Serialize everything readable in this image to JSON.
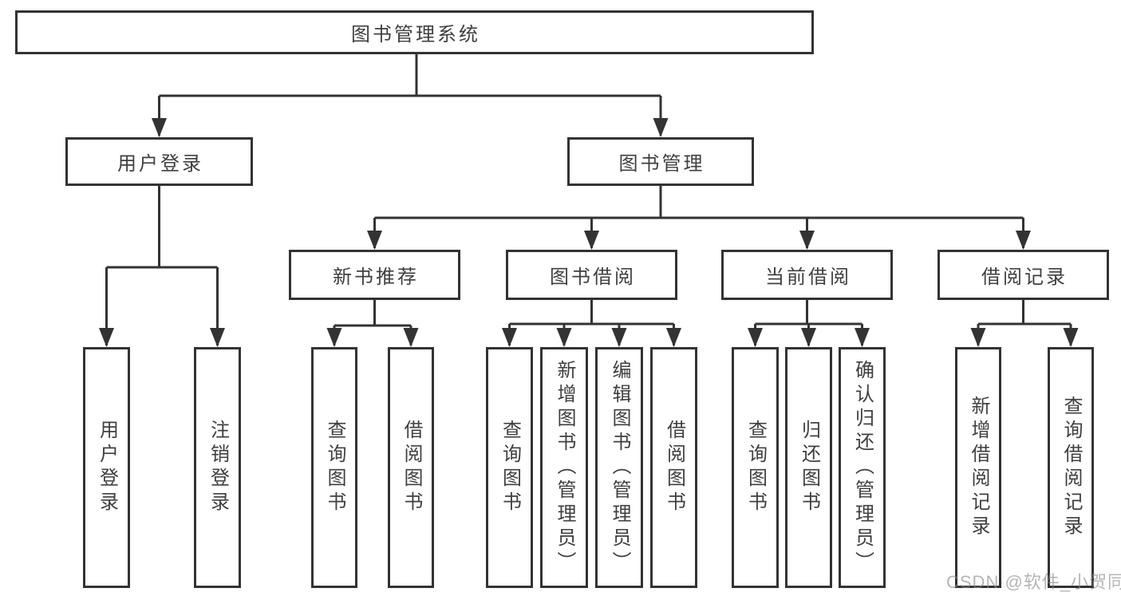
{
  "colors": {
    "line": "#333333",
    "text": "#3f3f3f",
    "background": "#ffffff",
    "watermark": "#b4b4b4"
  },
  "watermark": {
    "text": "CSDN @软件_小贺同学"
  },
  "tree": {
    "root": {
      "label": "图书管理系统"
    },
    "children": [
      {
        "label": "用户登录",
        "children": [
          {
            "label": "用户登录"
          },
          {
            "label": "注销登录"
          }
        ]
      },
      {
        "label": "图书管理",
        "children": [
          {
            "label": "新书推荐",
            "children": [
              {
                "label": "查询图书"
              },
              {
                "label": "借阅图书"
              }
            ]
          },
          {
            "label": "图书借阅",
            "children": [
              {
                "label": "查询图书"
              },
              {
                "label": "新增图书（管理员）"
              },
              {
                "label": "编辑图书（管理员）"
              },
              {
                "label": "借阅图书"
              }
            ]
          },
          {
            "label": "当前借阅",
            "children": [
              {
                "label": "查询图书"
              },
              {
                "label": "归还图书"
              },
              {
                "label": "确认归还（管理员）"
              }
            ]
          },
          {
            "label": "借阅记录",
            "children": [
              {
                "label": "新增借阅记录"
              },
              {
                "label": "查询借阅记录"
              }
            ]
          }
        ]
      }
    ]
  }
}
